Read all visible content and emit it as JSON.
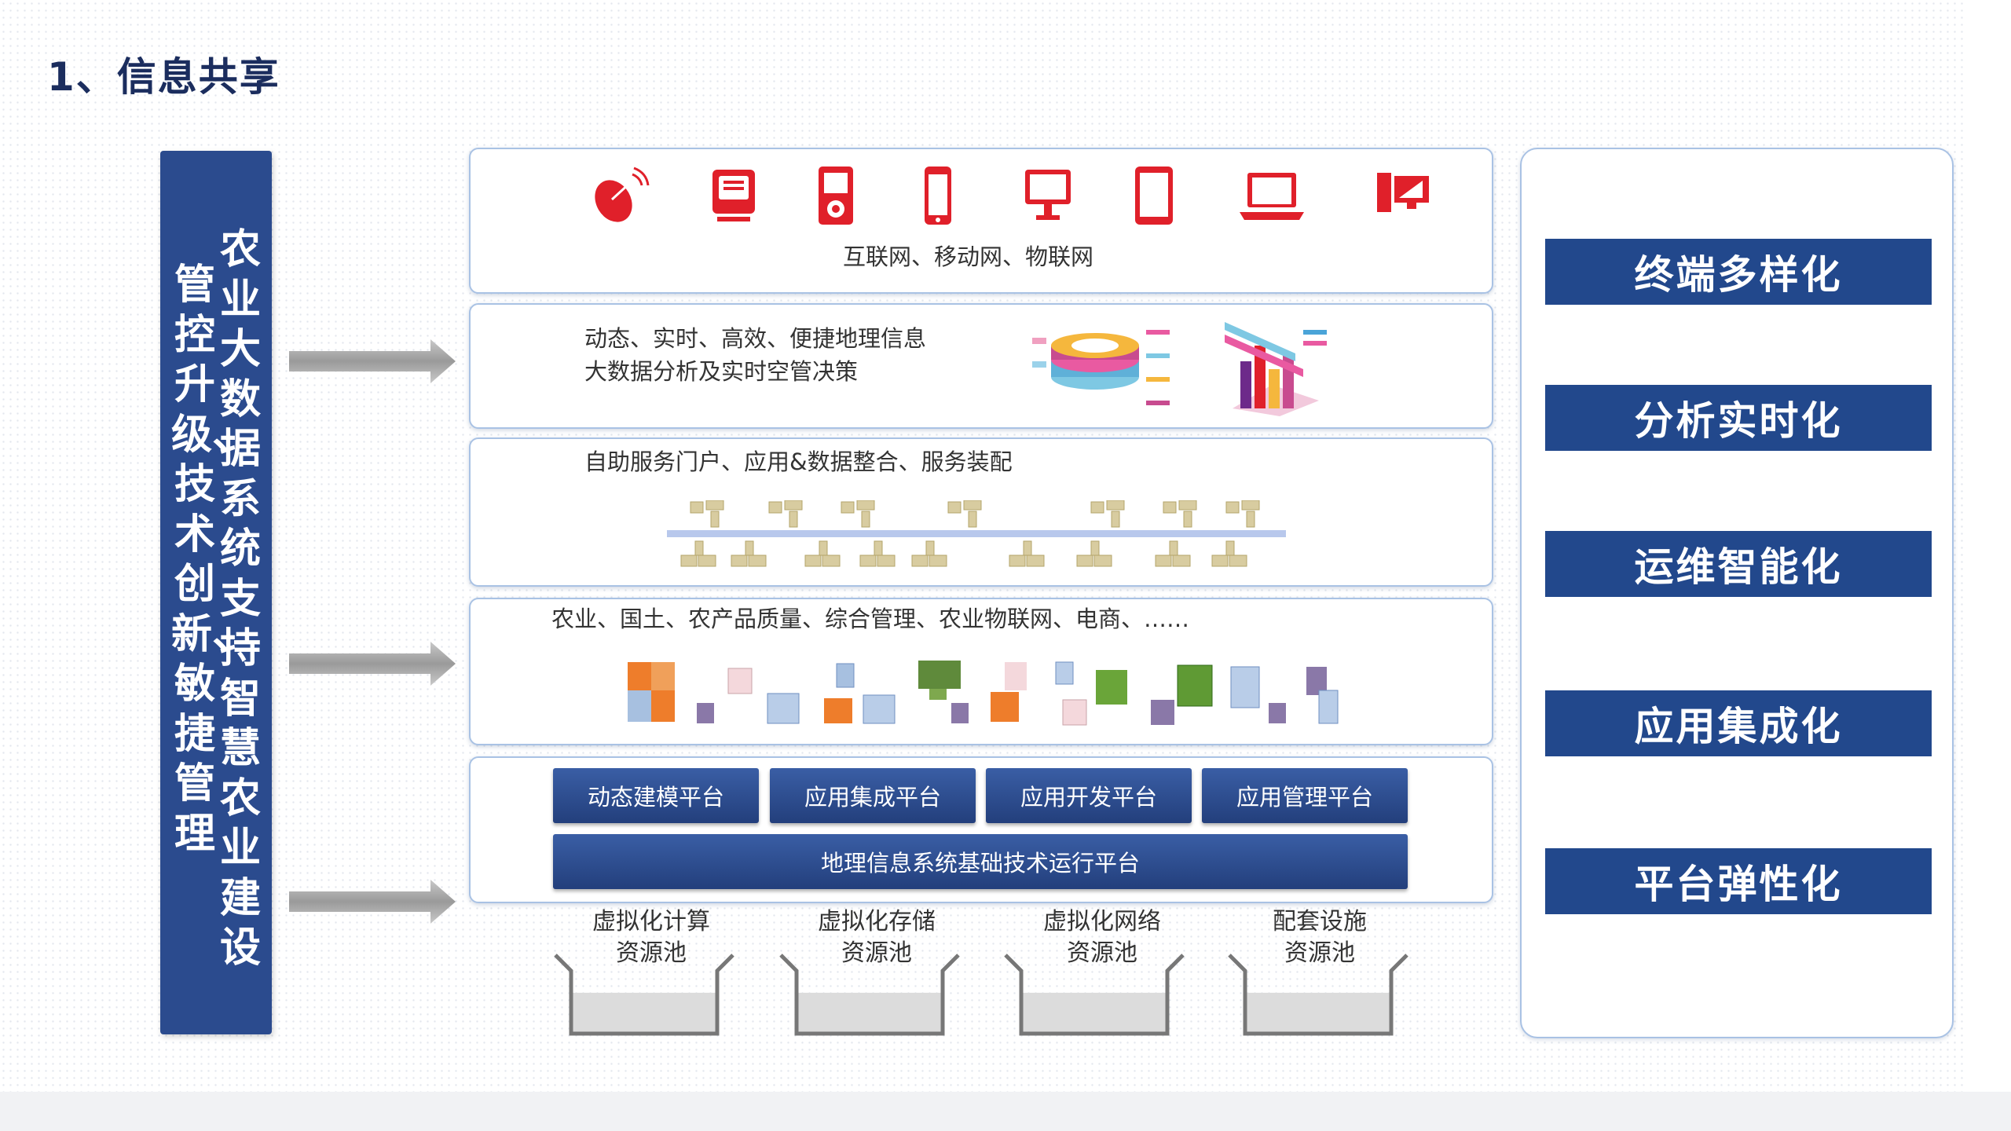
{
  "page_title": "1、信息共享",
  "left_banner": {
    "col_left": "管控升级、技术创新、敏捷管理",
    "col_right": "农业大数据系统支持智慧农业建设"
  },
  "layers": {
    "terminal_caption": "互联网、移动网、物联网",
    "analysis_line1": "动态、实时、高效、便捷地理信息",
    "analysis_line2": "大数据分析及实时空管决策",
    "service_caption": "自助服务门户、应用&数据整合、服务装配",
    "app_caption": "农业、国土、农产品质量、综合管理、农业物联网、电商、……"
  },
  "platforms": {
    "p1": "动态建模平台",
    "p2": "应用集成平台",
    "p3": "应用开发平台",
    "p4": "应用管理平台",
    "base": "地理信息系统基础技术运行平台"
  },
  "pools": [
    {
      "line1": "虚拟化计算",
      "line2": "资源池"
    },
    {
      "line1": "虚拟化存储",
      "line2": "资源池"
    },
    {
      "line1": "虚拟化网络",
      "line2": "资源池"
    },
    {
      "line1": "配套设施",
      "line2": "资源池"
    }
  ],
  "features": [
    "终端多样化",
    "分析实时化",
    "运维智能化",
    "应用集成化",
    "平台弹性化"
  ],
  "colors": {
    "navy": "#22488c",
    "red": "#e0202a",
    "border": "#a9c2e4"
  }
}
